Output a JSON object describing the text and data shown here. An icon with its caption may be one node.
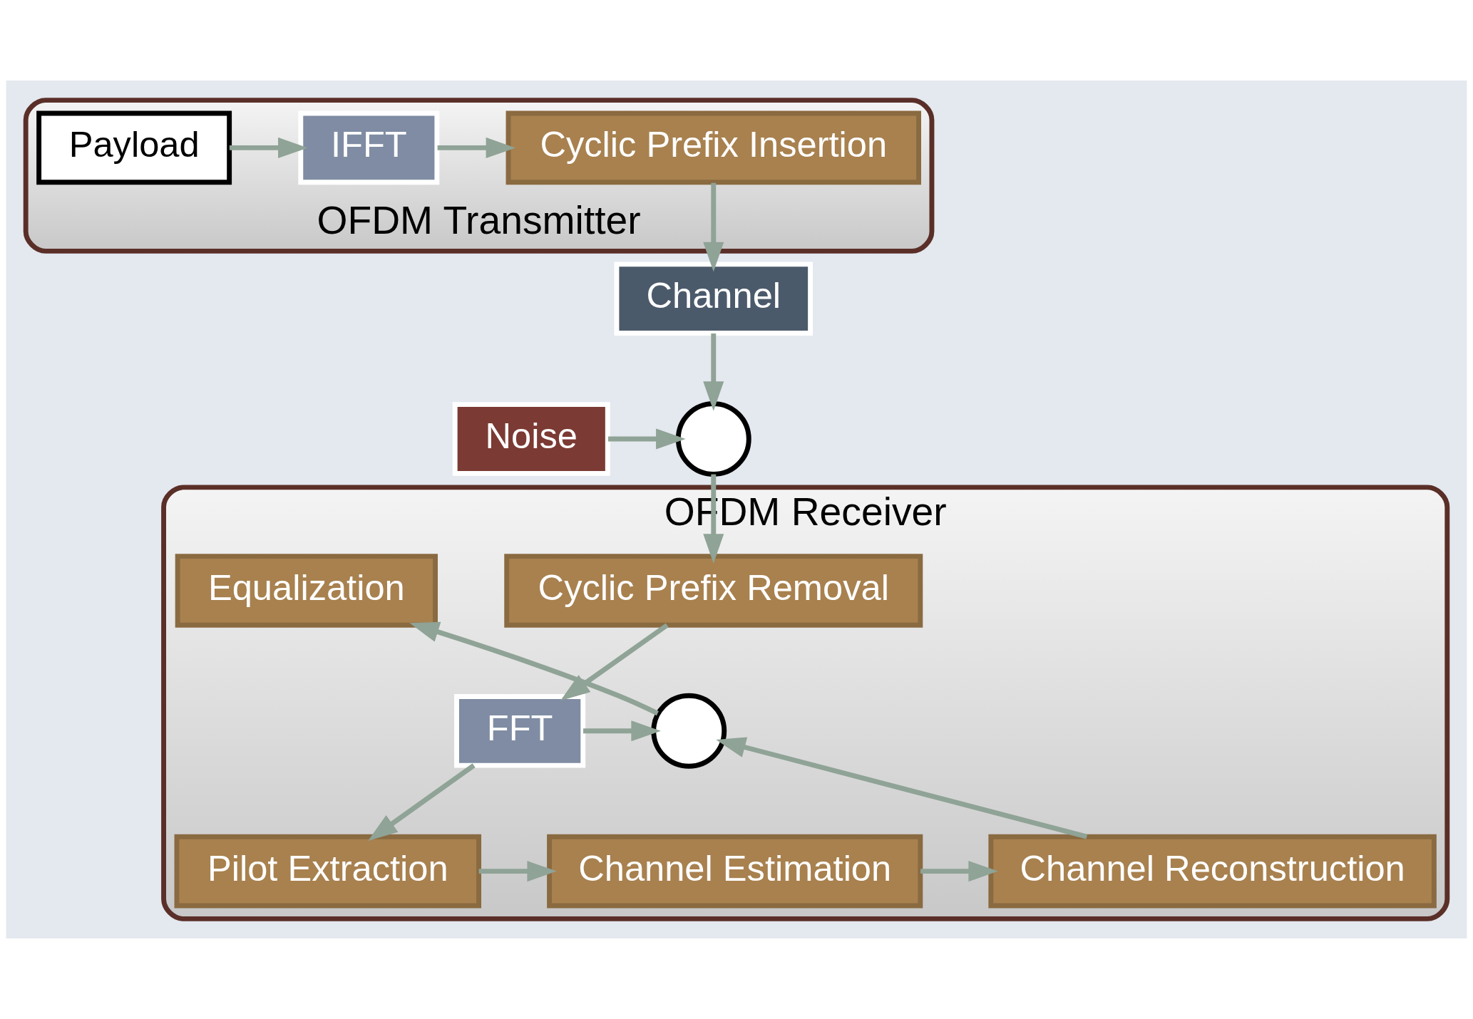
{
  "diagram": {
    "nodes": [
      {
        "text": [
          "OFDM Transmitter"
        ]
      },
      {
        "text": [
          "Payload"
        ],
        "in": 0
      },
      {
        "text": [
          "IFFT"
        ],
        "in": 0
      },
      {
        "text": [
          "Cyclic Prefix Insertion"
        ],
        "in": 0
      },
      {
        "text": [
          "Channel"
        ]
      },
      {
        "text": [],
        "shape": "circle"
      },
      {
        "text": [
          "Noise"
        ]
      },
      {
        "text": [
          "OFDM Receiver"
        ]
      },
      {
        "text": [
          "Cyclic Prefix Removal"
        ],
        "in": 7
      },
      {
        "text": [
          "Equalization"
        ],
        "in": 7
      },
      {
        "text": [],
        "shape": "circle",
        "in": 7
      },
      {
        "text": [
          "FFT"
        ],
        "in": 7
      },
      {
        "text": [
          "Channel Reconstruction"
        ],
        "in": 7
      },
      {
        "text": [
          "Channel Estimation"
        ],
        "in": 7
      },
      {
        "text": [
          "Pilot Extraction"
        ],
        "in": 7
      }
    ],
    "edges": [
      {
        "from": 1,
        "to": 2,
        "arrow": "to"
      },
      {
        "from": 2,
        "to": 3,
        "arrow": "to"
      },
      {
        "from": 3,
        "to": 4,
        "arrow": "to"
      },
      {
        "from": 4,
        "to": 5,
        "arrow": "to"
      },
      {
        "from": 6,
        "to": 5,
        "arrow": "to"
      },
      {
        "from": 5,
        "to": 8,
        "arrow": "to"
      },
      {
        "from": 8,
        "to": 11,
        "arrow": "to"
      },
      {
        "from": 11,
        "to": 10,
        "arrow": "to"
      },
      {
        "from": 11,
        "to": 14,
        "arrow": "to"
      },
      {
        "from": 14,
        "to": 13,
        "arrow": "to"
      },
      {
        "from": 13,
        "to": 12,
        "arrow": "to"
      },
      {
        "from": 12,
        "to": 10,
        "arrow": "to"
      },
      {
        "from": 10,
        "to": 9,
        "arrow": "to"
      }
    ]
  }
}
